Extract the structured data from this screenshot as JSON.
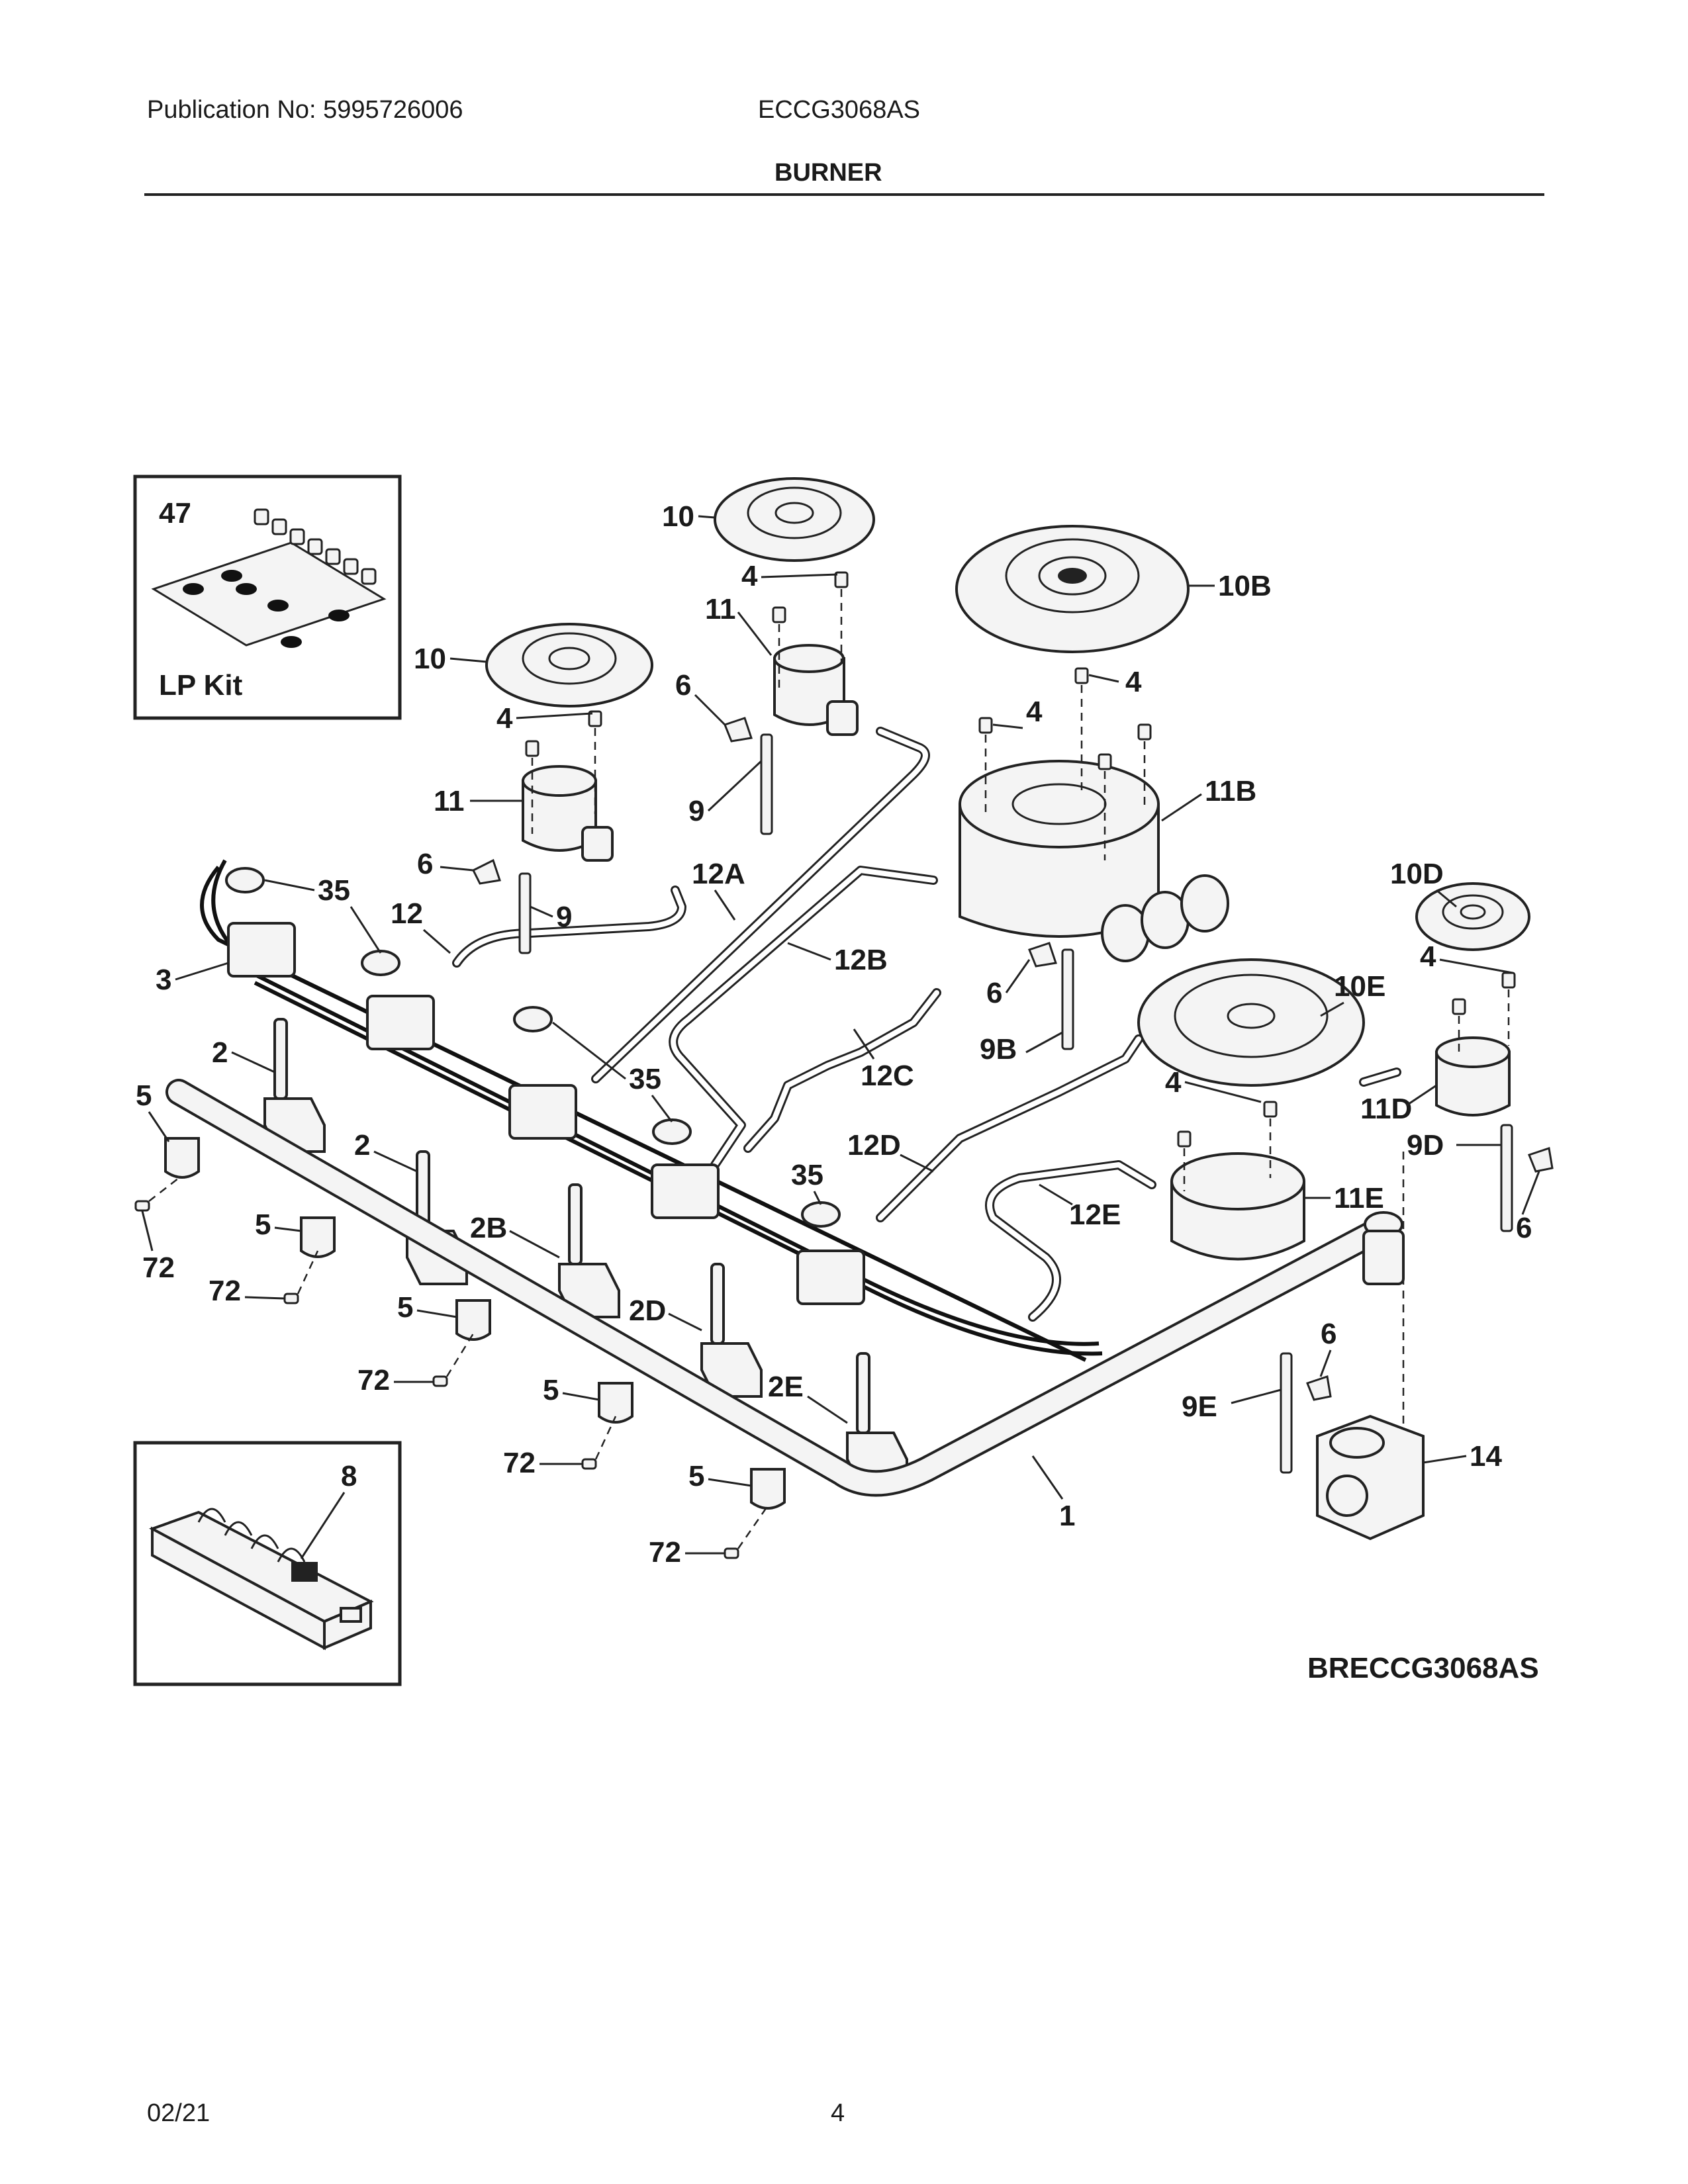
{
  "header": {
    "publication": "Publication No: 5995726006",
    "model": "ECCG3068AS",
    "section": "BURNER"
  },
  "diagram": {
    "labels": {
      "p47": "47",
      "lp_kit": "LP Kit",
      "p10a": "10",
      "p10b_top": "10",
      "p10B": "10B",
      "p4a": "4",
      "p4b": "4",
      "p4c": "4",
      "p4d": "4",
      "p4e": "4",
      "p4f": "4",
      "p11a": "11",
      "p11b": "11",
      "p11B": "11B",
      "p6a": "6",
      "p6b": "6",
      "p6c": "6",
      "p6d": "6",
      "p6e": "6",
      "p9a": "9",
      "p9b": "9",
      "p9B": "9B",
      "p9D": "9D",
      "p9E": "9E",
      "p12": "12",
      "p12A": "12A",
      "p12B": "12B",
      "p12C": "12C",
      "p12D": "12D",
      "p12E": "12E",
      "p35a": "35",
      "p35b": "35",
      "p35c": "35",
      "p3": "3",
      "p2a": "2",
      "p2b": "2",
      "p2B": "2B",
      "p2D": "2D",
      "p2E": "2E",
      "p5a": "5",
      "p5b": "5",
      "p5c": "5",
      "p5d": "5",
      "p5e": "5",
      "p72a": "72",
      "p72b": "72",
      "p72c": "72",
      "p72d": "72",
      "p72e": "72",
      "p10D": "10D",
      "p10E": "10E",
      "p11D": "11D",
      "p11E": "11E",
      "p14": "14",
      "p1": "1",
      "p8": "8"
    },
    "drawing_id": "BRECCG3068AS"
  },
  "footer": {
    "date": "02/21",
    "page": "4"
  }
}
